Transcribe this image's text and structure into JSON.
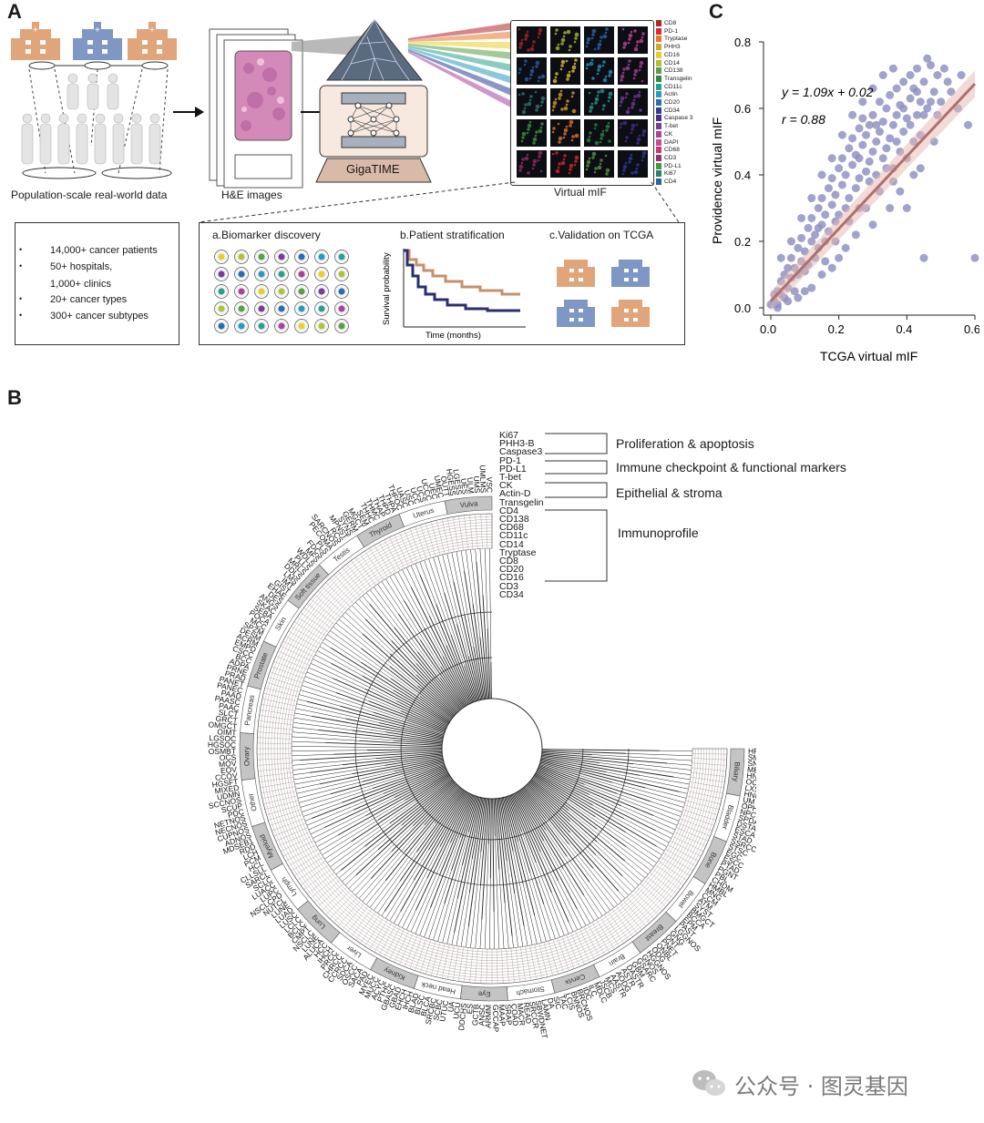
{
  "panelA": {
    "letter": "A",
    "population_caption": "Population-scale real-world data",
    "he_caption": "H&E images",
    "model_name": "GigaTIME",
    "mif_caption": "Virtual mIF",
    "markers": [
      {
        "name": "CD8",
        "color": "#b2262b"
      },
      {
        "name": "PD-1",
        "color": "#e0282f"
      },
      {
        "name": "Tryptase",
        "color": "#e9782c"
      },
      {
        "name": "PHH3",
        "color": "#d8a62b"
      },
      {
        "name": "CD16",
        "color": "#e7cf2e"
      },
      {
        "name": "CD14",
        "color": "#b1c237"
      },
      {
        "name": "CD138",
        "color": "#5b9e45"
      },
      {
        "name": "Transgelin",
        "color": "#2e8a45"
      },
      {
        "name": "CD11c",
        "color": "#2ba08c"
      },
      {
        "name": "Actin",
        "color": "#2a9ac2"
      },
      {
        "name": "CD20",
        "color": "#2c6cb4"
      },
      {
        "name": "CD34",
        "color": "#2c3f97"
      },
      {
        "name": "Caspase 3",
        "color": "#4a2f8f"
      },
      {
        "name": "T-bet",
        "color": "#7b3c97"
      },
      {
        "name": "CK",
        "color": "#a8449a"
      },
      {
        "name": "DAPI",
        "color": "#c9489a"
      },
      {
        "name": "CD68",
        "color": "#d0356f"
      },
      {
        "name": "CD3",
        "color": "#9a2f6a"
      },
      {
        "name": "PD-L1",
        "color": "#3d9b46"
      },
      {
        "name": "Ki67",
        "color": "#2b8070"
      },
      {
        "name": "CD4",
        "color": "#2863a6"
      }
    ],
    "stats": [
      "14,000+ cancer patients",
      "50+ hospitals,",
      "1,000+ clinics",
      "20+ cancer types",
      "300+ cancer subtypes"
    ],
    "sub_a": "a.Biomarker discovery",
    "sub_b": "b.Patient stratification",
    "sub_c": "c.Validation on TCGA",
    "km_ylabel": "Survival probability",
    "km_xlabel": "Time (months)",
    "colors": {
      "orange": "#e0a57b",
      "blue": "#7e97c4",
      "km_orange": "#c4906d",
      "km_navy": "#2b2f6e"
    }
  },
  "panelC": {
    "letter": "C",
    "equation": "y = 1.09x + 0.02",
    "r_value": "r = 0.88",
    "point_color": "#8e8fc2",
    "line_color": "#b0706a"
  },
  "chart_data": {
    "type": "scatter",
    "xlabel": "TCGA virtual mIF",
    "ylabel": "Providence virtual mIF",
    "xlim": [
      0,
      0.6
    ],
    "ylim": [
      0,
      0.8
    ],
    "xticks": [
      "0.0",
      "0.2",
      "0.4",
      "0.6"
    ],
    "yticks": [
      "0.0",
      "0.2",
      "0.4",
      "0.6",
      "0.8"
    ],
    "fit": {
      "slope": 1.09,
      "intercept": 0.02
    },
    "points": [
      [
        0.01,
        0.02
      ],
      [
        0.02,
        0.01
      ],
      [
        0.02,
        0.05
      ],
      [
        0.03,
        0.04
      ],
      [
        0.03,
        0.08
      ],
      [
        0.04,
        0.03
      ],
      [
        0.04,
        0.1
      ],
      [
        0.05,
        0.06
      ],
      [
        0.05,
        0.12
      ],
      [
        0.06,
        0.09
      ],
      [
        0.06,
        0.15
      ],
      [
        0.07,
        0.05
      ],
      [
        0.07,
        0.12
      ],
      [
        0.08,
        0.18
      ],
      [
        0.08,
        0.1
      ],
      [
        0.09,
        0.14
      ],
      [
        0.09,
        0.21
      ],
      [
        0.1,
        0.11
      ],
      [
        0.1,
        0.17
      ],
      [
        0.11,
        0.24
      ],
      [
        0.11,
        0.13
      ],
      [
        0.12,
        0.2
      ],
      [
        0.12,
        0.27
      ],
      [
        0.13,
        0.15
      ],
      [
        0.13,
        0.22
      ],
      [
        0.14,
        0.3
      ],
      [
        0.14,
        0.18
      ],
      [
        0.15,
        0.25
      ],
      [
        0.15,
        0.33
      ],
      [
        0.16,
        0.2
      ],
      [
        0.16,
        0.28
      ],
      [
        0.17,
        0.36
      ],
      [
        0.17,
        0.23
      ],
      [
        0.18,
        0.31
      ],
      [
        0.18,
        0.39
      ],
      [
        0.19,
        0.26
      ],
      [
        0.19,
        0.34
      ],
      [
        0.2,
        0.42
      ],
      [
        0.2,
        0.28
      ],
      [
        0.21,
        0.37
      ],
      [
        0.21,
        0.45
      ],
      [
        0.22,
        0.3
      ],
      [
        0.22,
        0.4
      ],
      [
        0.23,
        0.48
      ],
      [
        0.23,
        0.33
      ],
      [
        0.24,
        0.43
      ],
      [
        0.24,
        0.51
      ],
      [
        0.25,
        0.36
      ],
      [
        0.25,
        0.46
      ],
      [
        0.26,
        0.54
      ],
      [
        0.26,
        0.39
      ],
      [
        0.27,
        0.49
      ],
      [
        0.27,
        0.57
      ],
      [
        0.28,
        0.41
      ],
      [
        0.28,
        0.52
      ],
      [
        0.29,
        0.44
      ],
      [
        0.29,
        0.55
      ],
      [
        0.3,
        0.47
      ],
      [
        0.3,
        0.58
      ],
      [
        0.31,
        0.5
      ],
      [
        0.31,
        0.4
      ],
      [
        0.32,
        0.53
      ],
      [
        0.32,
        0.62
      ],
      [
        0.33,
        0.45
      ],
      [
        0.33,
        0.56
      ],
      [
        0.34,
        0.48
      ],
      [
        0.34,
        0.6
      ],
      [
        0.35,
        0.51
      ],
      [
        0.35,
        0.64
      ],
      [
        0.36,
        0.42
      ],
      [
        0.36,
        0.55
      ],
      [
        0.37,
        0.58
      ],
      [
        0.37,
        0.66
      ],
      [
        0.38,
        0.47
      ],
      [
        0.38,
        0.61
      ],
      [
        0.39,
        0.53
      ],
      [
        0.39,
        0.68
      ],
      [
        0.4,
        0.57
      ],
      [
        0.4,
        0.45
      ],
      [
        0.41,
        0.63
      ],
      [
        0.41,
        0.7
      ],
      [
        0.42,
        0.5
      ],
      [
        0.42,
        0.66
      ],
      [
        0.43,
        0.58
      ],
      [
        0.43,
        0.72
      ],
      [
        0.44,
        0.62
      ],
      [
        0.44,
        0.52
      ],
      [
        0.45,
        0.68
      ],
      [
        0.46,
        0.75
      ],
      [
        0.46,
        0.6
      ],
      [
        0.47,
        0.73
      ],
      [
        0.48,
        0.65
      ],
      [
        0.49,
        0.7
      ],
      [
        0.5,
        0.62
      ],
      [
        0.52,
        0.68
      ],
      [
        0.55,
        0.6
      ],
      [
        0.58,
        0.55
      ],
      [
        0.6,
        0.15
      ],
      [
        0.45,
        0.15
      ],
      [
        0.4,
        0.3
      ],
      [
        0.35,
        0.3
      ],
      [
        0.3,
        0.25
      ],
      [
        0.25,
        0.22
      ],
      [
        0.2,
        0.15
      ],
      [
        0.15,
        0.1
      ],
      [
        0.12,
        0.06
      ],
      [
        0.08,
        0.03
      ],
      [
        0.05,
        0.02
      ],
      [
        0.1,
        0.05
      ],
      [
        0.18,
        0.12
      ],
      [
        0.22,
        0.18
      ],
      [
        0.28,
        0.3
      ],
      [
        0.32,
        0.35
      ],
      [
        0.36,
        0.38
      ],
      [
        0.38,
        0.35
      ],
      [
        0.42,
        0.4
      ],
      [
        0.44,
        0.42
      ],
      [
        0.48,
        0.5
      ],
      [
        0.03,
        0.15
      ],
      [
        0.06,
        0.2
      ],
      [
        0.09,
        0.27
      ],
      [
        0.12,
        0.33
      ],
      [
        0.15,
        0.4
      ],
      [
        0.18,
        0.45
      ],
      [
        0.21,
        0.52
      ],
      [
        0.24,
        0.58
      ],
      [
        0.27,
        0.62
      ],
      [
        0.3,
        0.66
      ],
      [
        0.33,
        0.7
      ],
      [
        0.36,
        0.72
      ],
      [
        0.26,
        0.45
      ],
      [
        0.29,
        0.38
      ],
      [
        0.31,
        0.55
      ],
      [
        0.34,
        0.42
      ],
      [
        0.37,
        0.5
      ],
      [
        0.39,
        0.6
      ],
      [
        0.41,
        0.55
      ],
      [
        0.43,
        0.65
      ],
      [
        0.45,
        0.58
      ],
      [
        0.47,
        0.62
      ],
      [
        0.49,
        0.58
      ],
      [
        0.51,
        0.72
      ],
      [
        0.53,
        0.65
      ],
      [
        0.56,
        0.7
      ],
      [
        0.14,
        0.24
      ],
      [
        0.16,
        0.14
      ],
      [
        0.19,
        0.2
      ],
      [
        0.23,
        0.26
      ],
      [
        0.26,
        0.3
      ],
      [
        0.02,
        0.0
      ],
      [
        0.0,
        0.01
      ],
      [
        0.01,
        0.04
      ]
    ]
  },
  "panelB": {
    "letter": "B",
    "marker_labels": [
      "Ki67",
      "PHH3-B",
      "Caspase3",
      "PD-1",
      "PD-L1",
      "T-bet",
      "CK",
      "Actin-D",
      "Transgelin",
      "CD4",
      "CD138",
      "CD68",
      "CD11c",
      "CD14",
      "Tryptase",
      "CD8",
      "CD20",
      "CD16",
      "CD3",
      "CD34"
    ],
    "groups": [
      {
        "label": "Proliferation & apoptosis"
      },
      {
        "label": "Immune checkpoint & functional markers"
      },
      {
        "label": "Epithelial & stroma"
      },
      {
        "label": "Immunoprofile"
      }
    ],
    "organ_sectors": [
      "Vulva",
      "Uterus",
      "Thyroid",
      "Testis",
      "Soft tissue",
      "Skin",
      "Prostate",
      "Pancreas",
      "Ovary",
      "Other",
      "Myeloid",
      "Lymph",
      "Lung",
      "Liver",
      "Kidney",
      "Head neck",
      "Eye",
      "Stomach",
      "Cervix",
      "Brain",
      "Breast",
      "Bowel",
      "Bone",
      "Bladder",
      "Biliary"
    ],
    "subtypes_left": [
      "VSC",
      "UMLMS",
      "UMS",
      "ULM",
      "UES",
      "LGESS",
      "HGESS",
      "OUTT",
      "UMEC",
      "UEC",
      "UCCC",
      "UCS",
      "UCC",
      "USC",
      "UASC",
      "THFOC",
      "THPA",
      "THPD",
      "THAP",
      "THMC",
      "THHC",
      "SEM",
      "MGCT",
      "GERM",
      "SYNS",
      "MPNST",
      "RCS",
      "SARCNOS",
      "PECOMA",
      "PLS",
      "FDCS",
      "MFS",
      "WDLS",
      "PLLS",
      "MRLS",
      "DDLS",
      "LMS",
      "IMT",
      "GIST",
      "EHAE",
      "DES",
      "ANGS",
      "SKAC",
      "SEBA",
      "POCA",
      "MCC",
      "SPZM",
      "DESM",
      "ACRM",
      "EMPD",
      "CSCC",
      "BCC",
      "ADPA",
      "PRNE",
      "PRAD",
      "PANET",
      "PANEC",
      "PAAD",
      "PAASC",
      "PAAC",
      "SLCT",
      "GRCT",
      "OMGCT",
      "OIMT",
      "LGSOC",
      "HGSOC",
      "OSMBT",
      "OCS",
      "MOV",
      "EOV",
      "CCOV",
      "HGSFT",
      "MIXED",
      "UDMN",
      "SCCNOS",
      "SCUP",
      "PDC",
      "NETNOS",
      "NECNOS",
      "CUPNOS",
      "ADNOS",
      "MDSEB1",
      "RDD",
      "LCH",
      "PCM",
      "HCL",
      "CLLSLL",
      "SARCL",
      "SCLC",
      "LUACC",
      "LUPC",
      "NSCLCPD",
      "NUTCL",
      "LUNE",
      "LUAD",
      "LUSC",
      "LCLC",
      "BCLC",
      "CMPT",
      "NSCLC",
      "LUNE",
      "ALUCA",
      "HCC",
      "IHCH",
      "PRCC",
      "CHRCC",
      "CCRCC",
      "SDCA",
      "OSCC",
      "SACA",
      "PAD",
      "MYEC",
      "MUCC",
      "ACYC",
      "PTHC"
    ],
    "subtypes_right": [
      "GBASC",
      "GBAD",
      "EHCH",
      "IHCH",
      "BLAD",
      "BLSC",
      "BLCA",
      "SRCBC",
      "SCBC",
      "UTUC",
      "UA",
      "UCU",
      "DDCHS",
      "ES",
      "GCTB",
      "ANSC",
      "ARMM",
      "GCCAP",
      "MAAP",
      "SRAP",
      "COAD",
      "MACR",
      "READ",
      "SRCCR",
      "SBWDNET",
      "LAMN",
      "DA",
      "SIC",
      "TAC",
      "LCIS",
      "BNNOS",
      "BRCNOS",
      "IDC",
      "ILC",
      "MDLC",
      "JSCB",
      "MCS",
      "AASTR",
      "AODG",
      "ASTR",
      "DASTR",
      "GBM",
      "GSARC",
      "GNOS",
      "HGGNOS",
      "ODG",
      "ONBL",
      "PNET",
      "DNT",
      "GNG",
      "LGGNOS",
      "PAST",
      "EPM",
      "BCCA",
      "BMGCT",
      "SYST",
      "ATM",
      "CCM",
      "MNG",
      "HMBL",
      "CHDM",
      "PBL",
      "PGNT",
      "PTAD",
      "ESCC",
      "EGC",
      "STSC",
      "SSRCC",
      "STAD",
      "ESCA",
      "DSTAD",
      "SPDAC",
      "NPC",
      "OPHSC",
      "UM",
      "HNMUCM",
      "LXSC",
      "OCSC",
      "HNSC",
      "MEC",
      "SNUC",
      "SMN",
      "HPSC"
    ],
    "watermark": "公众号 · 图灵基因"
  }
}
